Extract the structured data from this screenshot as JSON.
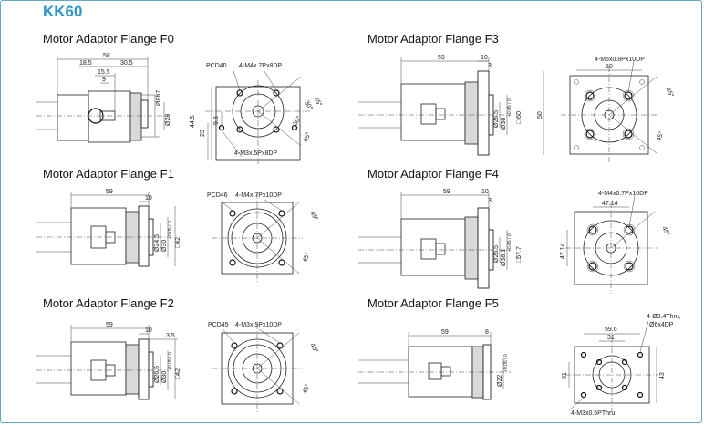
{
  "model": "KK60",
  "sections": [
    {
      "id": "f0",
      "title": "Motor Adaptor Flange F0",
      "side_dims": [
        "58",
        "18.5",
        "30.5",
        "15.5",
        "9",
        "Ø8h7",
        "Ø28"
      ],
      "front_dims": [
        "PCD40",
        "4-M4x.7Px8DP",
        "44.5",
        "23",
        "9.5",
        "4-M3x.5Px8DP",
        "45°",
        "30°",
        "30°",
        "45°"
      ]
    },
    {
      "id": "f1",
      "title": "Motor Adaptor Flange F1",
      "side_dims": [
        "59",
        "10",
        "Ø24.5",
        "Ø30",
        "+0.05 / 0",
        "□42"
      ],
      "front_dims": [
        "PCD46",
        "4-M4x.7Px10DP",
        "45°",
        "45°"
      ]
    },
    {
      "id": "f2",
      "title": "Motor Adaptor Flange F2",
      "side_dims": [
        "59",
        "10",
        "3.5",
        "Ø26.5",
        "Ø30",
        "+0.05 / 0",
        "□42"
      ],
      "front_dims": [
        "PCD45",
        "4-M3x.5Px10DP",
        "45°",
        "45°"
      ]
    },
    {
      "id": "f3",
      "title": "Motor Adaptor Flange F3",
      "side_dims": [
        "59",
        "10",
        "3",
        "Ø26.5",
        "Ø36",
        "+0.05 / 0",
        "□ 60",
        "50"
      ],
      "front_dims": [
        "4-M5x0.8Px10DP",
        "50",
        "45°",
        "45°"
      ]
    },
    {
      "id": "f4",
      "title": "Motor Adaptor Flange F4",
      "side_dims": [
        "59",
        "10",
        "3",
        "Ø26.5",
        "Ø38.1",
        "+0.05 / 0",
        "□57.7"
      ],
      "front_dims": [
        "4-M4x0.7Px10DP",
        "47.14",
        "47.14",
        "45°"
      ]
    },
    {
      "id": "f5",
      "title": "Motor Adaptor Flange F5",
      "side_dims": [
        "59",
        "8",
        "Ø22",
        "+0.05 / 0"
      ],
      "front_dims": [
        "4-Ø3.4Thru,",
        "Ø6x4DP",
        "59.6",
        "31",
        "31",
        "43",
        "4-M3x0.5PThru"
      ]
    }
  ]
}
